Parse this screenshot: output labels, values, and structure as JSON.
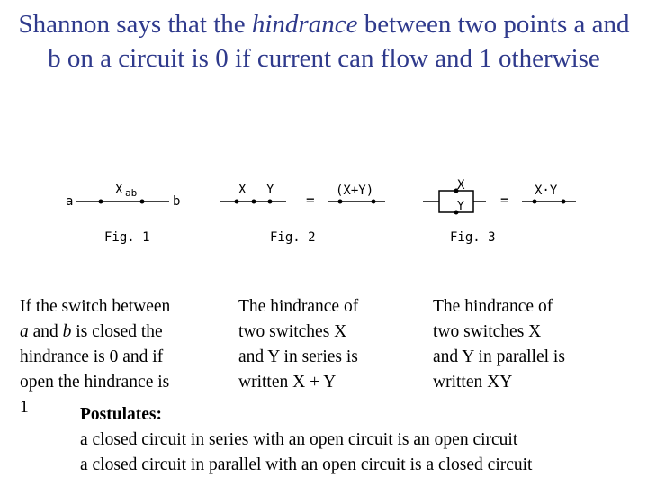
{
  "title": {
    "before": "Shannon says that the ",
    "emphasis": "hindrance",
    "after": " between two points a and b on a circuit is 0 if current can flow and 1 otherwise"
  },
  "figures": [
    {
      "caption": "Fig. 1",
      "labels": {
        "left": "a",
        "top": "X",
        "subscript": "ab",
        "right": "b"
      }
    },
    {
      "caption": "Fig. 2",
      "labels": {
        "x": "X",
        "y": "Y",
        "equals": "=",
        "result": "(X+Y)"
      }
    },
    {
      "caption": "Fig. 3",
      "labels": {
        "x": "X",
        "y": "Y",
        "equals": "=",
        "result": "X·Y"
      }
    }
  ],
  "columns": [
    {
      "lines": [
        "If the switch between",
        "and",
        "is closed the",
        "hindrance is 0 and if",
        "open the hindrance is",
        "1"
      ],
      "var_a": "a",
      "var_b": "b"
    },
    {
      "lines": [
        "The hindrance of",
        "two switches X",
        "and Y in series is",
        "written X + Y"
      ]
    },
    {
      "lines": [
        "The hindrance of",
        "two switches X",
        "and Y in parallel is",
        "written XY"
      ]
    }
  ],
  "postulates": {
    "heading": "Postulates:",
    "lines": [
      "a closed circuit in series with an open circuit is an open circuit",
      "a closed circuit in parallel with an open circuit  is a closed circuit"
    ]
  },
  "colors": {
    "title": "#2f3a8c",
    "body_text": "#000000",
    "background": "#ffffff"
  }
}
